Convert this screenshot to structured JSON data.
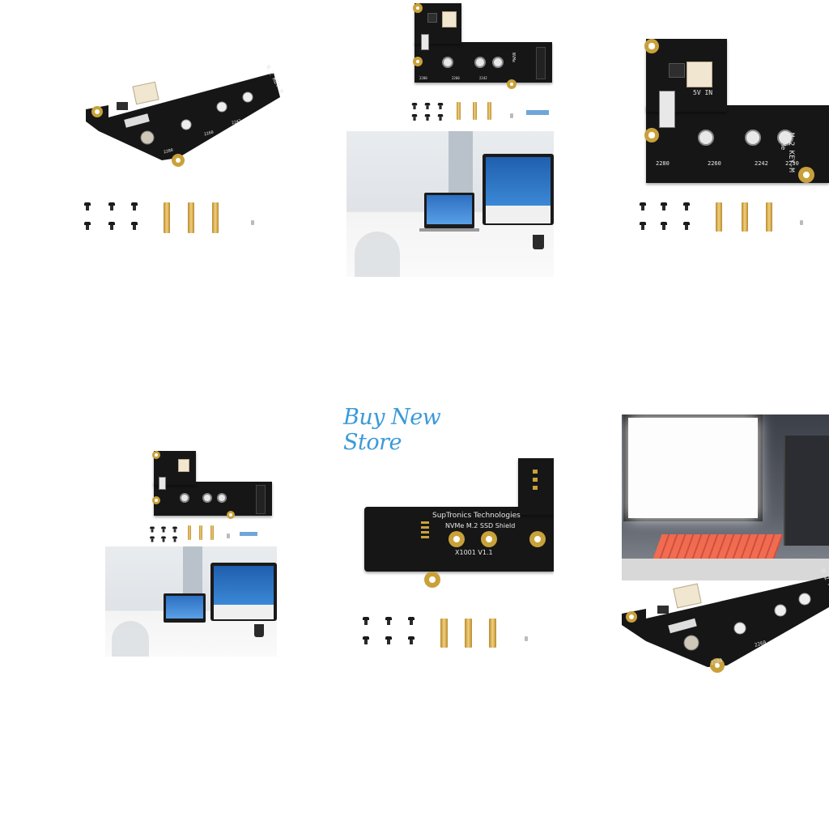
{
  "store_banner": {
    "text": "Buy New Store",
    "color": "#3a9ad9"
  },
  "board_labels": {
    "key": "M.2 KEY-M",
    "protocol": "NVMe",
    "power": "5V IN",
    "sizes": [
      "2280",
      "2260",
      "2242",
      "2230"
    ]
  },
  "back_side": {
    "brand": "SupTronics Technologies",
    "product": "NVMe M.2 SSD Shield",
    "model": "X1001 V1.1"
  },
  "colors": {
    "pcb": "#161616",
    "brass": "#d7b25a",
    "background": "#ffffff"
  }
}
